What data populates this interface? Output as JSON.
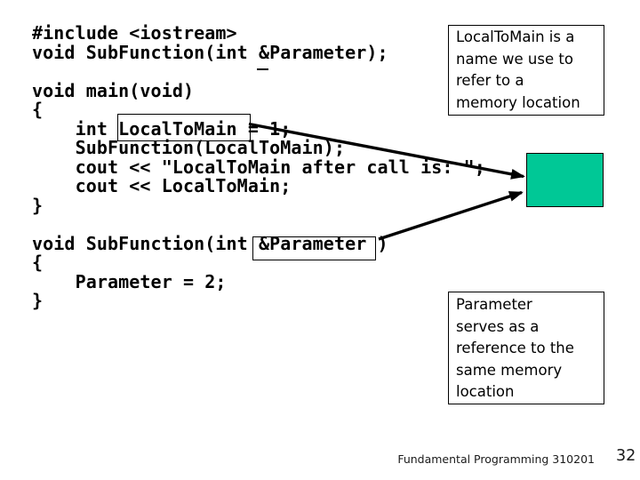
{
  "code": {
    "text": "#include <iostream>\nvoid SubFunction(int &Parameter);\n\nvoid main(void)\n{\n    int LocalToMain = 1;\n    SubFunction(LocalToMain);\n    cout << \"LocalToMain after call is: \";\n    cout << LocalToMain;\n}\n\nvoid SubFunction(int &Parameter )\n{\n    Parameter = 2;\n}"
  },
  "callouts": {
    "top": "LocalToMain is a\nname we use to\nrefer to a\nmemory location",
    "bottom": "Parameter\nserves as a\nreference to the\nsame memory\nlocation"
  },
  "highlights": {
    "boxed_tokens": "LocalToMain, &Parameter",
    "underlined_token": "&"
  },
  "footer": {
    "course": "Fundamental Programming 310201",
    "page": "32"
  },
  "colors": {
    "memory_cell_fill": "#00C896",
    "text": "#000000",
    "arrow": "#000000"
  }
}
